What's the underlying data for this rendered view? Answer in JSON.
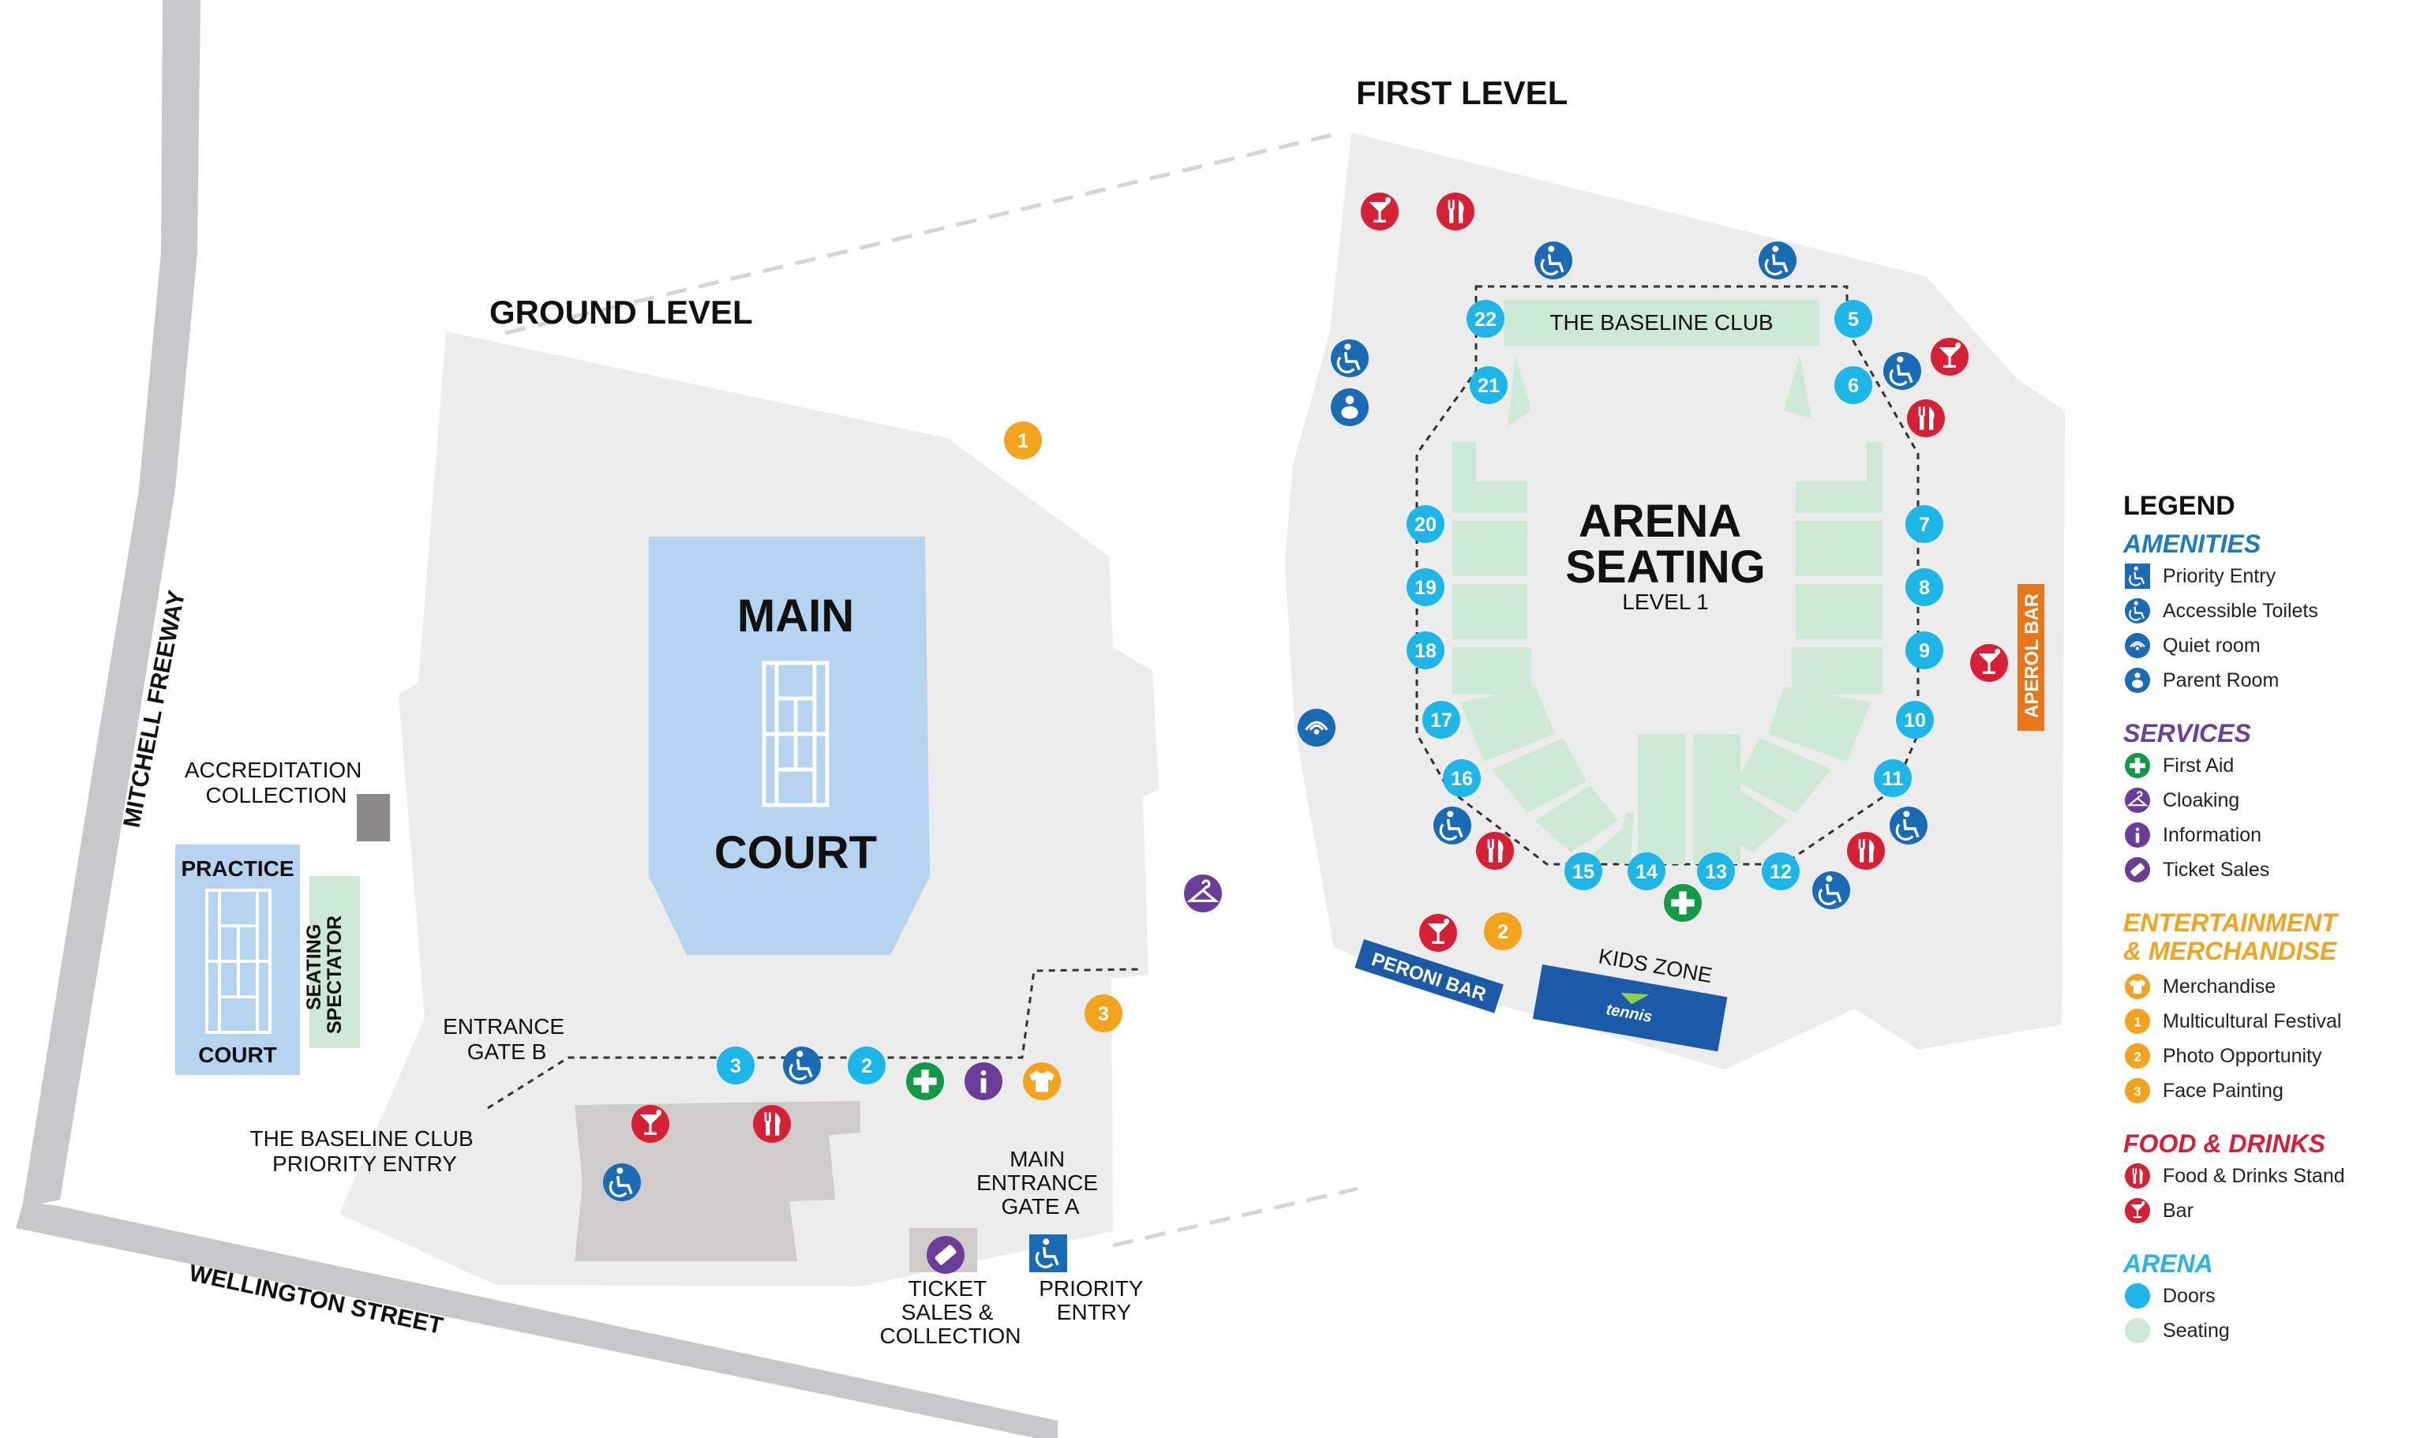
{
  "title_first_level": "FIRST LEVEL",
  "title_ground_level": "GROUND LEVEL",
  "streets": {
    "freeway": "MITCHELL FREEWAY",
    "street": "WELLINGTON STREET"
  },
  "ground": {
    "main_court_top": "MAIN",
    "main_court_bottom": "COURT",
    "accreditation_1": "ACCREDITATION",
    "accreditation_2": "COLLECTION",
    "practice_top": "PRACTICE",
    "practice_bottom": "COURT",
    "spectator_1": "SPECTATOR",
    "spectator_2": "SEATING",
    "entrance_b_1": "ENTRANCE",
    "entrance_b_2": "GATE B",
    "baseline_priority_1": "THE BASELINE CLUB",
    "baseline_priority_2": "PRIORITY ENTRY",
    "main_gate_1": "MAIN",
    "main_gate_2": "ENTRANCE",
    "main_gate_3": "GATE A",
    "ticket_1": "TICKET",
    "ticket_2": "SALES &",
    "ticket_3": "COLLECTION",
    "priority_1": "PRIORITY",
    "priority_2": "ENTRY",
    "numbers": {
      "multicultural": "1",
      "face_painting_top": "3",
      "door_3": "3",
      "door_2": "2"
    }
  },
  "first": {
    "baseline_club": "THE BASELINE CLUB",
    "arena_1": "ARENA",
    "arena_2": "SEATING",
    "arena_3": "LEVEL 1",
    "aperol_bar": "APEROL BAR",
    "peroni_bar": "PERONI BAR",
    "kids_zone": "KIDS ZONE",
    "kids_logo": "tennis",
    "photo_number": "2",
    "doors": [
      "22",
      "5",
      "21",
      "6",
      "20",
      "7",
      "19",
      "8",
      "18",
      "9",
      "17",
      "10",
      "16",
      "11",
      "15",
      "14",
      "13",
      "12"
    ]
  },
  "legend": {
    "title": "LEGEND",
    "sections": [
      {
        "heading": "AMENITIES",
        "color": "#1a7bc4",
        "items": [
          {
            "label": "Priority Entry",
            "icon": "priority-entry-icon"
          },
          {
            "label": "Accessible Toilets",
            "icon": "accessible-toilet-icon"
          },
          {
            "label": "Quiet room",
            "icon": "quiet-room-icon"
          },
          {
            "label": "Parent Room",
            "icon": "parent-room-icon"
          }
        ]
      },
      {
        "heading": "SERVICES",
        "color": "#6b3fa0",
        "items": [
          {
            "label": "First Aid",
            "icon": "first-aid-icon"
          },
          {
            "label": "Cloaking",
            "icon": "cloaking-icon"
          },
          {
            "label": "Information",
            "icon": "information-icon"
          },
          {
            "label": "Ticket Sales",
            "icon": "ticket-icon"
          }
        ]
      },
      {
        "heading": "ENTERTAINMENT",
        "heading2": "& MERCHANDISE",
        "color": "#f2a41d",
        "items": [
          {
            "label": "Merchandise",
            "icon": "merchandise-icon"
          },
          {
            "label": "Multicultural Festival",
            "number": "1"
          },
          {
            "label": "Photo Opportunity",
            "number": "2"
          },
          {
            "label": "Face Painting",
            "number": "3"
          }
        ]
      },
      {
        "heading": "FOOD & DRINKS",
        "color": "#d61f3a",
        "items": [
          {
            "label": "Food & Drinks Stand",
            "icon": "food-icon"
          },
          {
            "label": "Bar",
            "icon": "bar-icon"
          }
        ]
      },
      {
        "heading": "ARENA",
        "color": "#2ab3e6",
        "items": [
          {
            "label": "Doors",
            "icon": "door-dot-icon"
          },
          {
            "label": "Seating",
            "icon": "seating-dot-icon"
          }
        ]
      }
    ]
  },
  "colors": {
    "ground": "#ececec",
    "road": "#c7c8c9",
    "court": "#b6d3f0",
    "seating": "#cde8d4",
    "door": "#1cb6e8",
    "amenity": "#1a6bb5",
    "service_green": "#129a48",
    "service_purple": "#6a3d99",
    "entertainment": "#f2a41d",
    "food": "#d62035",
    "navy": "#1a5aa8",
    "aperol": "#e8771c"
  }
}
